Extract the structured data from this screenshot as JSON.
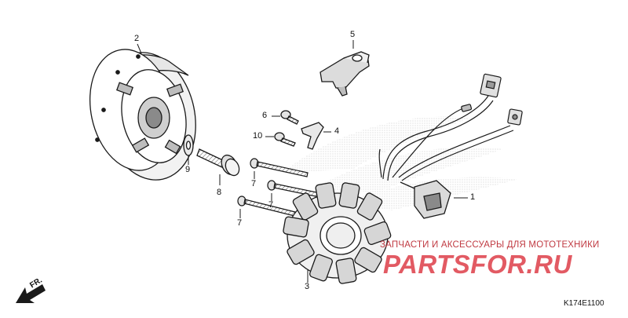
{
  "callouts": [
    {
      "id": "2",
      "text": "2"
    },
    {
      "id": "5",
      "text": "5"
    },
    {
      "id": "6",
      "text": "6"
    },
    {
      "id": "4",
      "text": "4"
    },
    {
      "id": "10",
      "text": "10"
    },
    {
      "id": "9",
      "text": "9"
    },
    {
      "id": "8",
      "text": "8"
    },
    {
      "id": "7a",
      "text": "7"
    },
    {
      "id": "7b",
      "text": "7"
    },
    {
      "id": "7c",
      "text": "7"
    },
    {
      "id": "1",
      "text": "1"
    },
    {
      "id": "3",
      "text": "3"
    }
  ],
  "direction": {
    "text": "FR."
  },
  "watermark": {
    "text": "ЗАПЧАСТИ И АКСЕССУАРЫ ДЛЯ МОТОТЕХНИКИ",
    "logo": "PARTSFOR.RU",
    "color": "#e25a63"
  },
  "diagram_code": "K174E1100",
  "colors": {
    "line": "#1a1a1a",
    "shade": "#9a9a9a",
    "light": "#d8d8d8"
  }
}
